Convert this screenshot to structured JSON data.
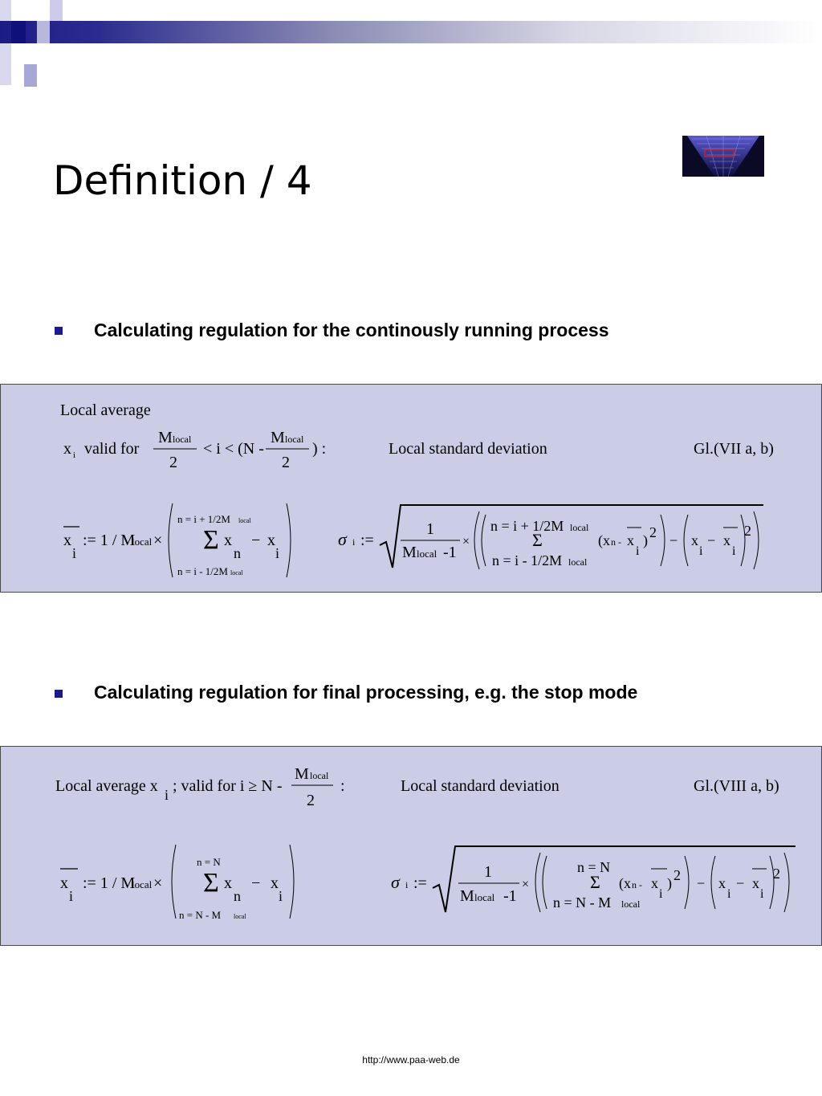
{
  "slide": {
    "title": "Definition / 4",
    "footer": "http://www.paa-web.de"
  },
  "bullets": [
    "Calculating regulation for the continously running process",
    "Calculating regulation for final processing, e.g. the stop mode"
  ],
  "colors": {
    "accent": "#1a1a8c",
    "formula_background": "#cbcde6",
    "header_gradient_start": "#1c1c86"
  },
  "formula1": {
    "label_avg": "Local average",
    "label_std": "Local standard deviation",
    "eq_ref": "Gl.(VII a, b)",
    "validity_x": "x",
    "validity_i": "i",
    "validity_text": "valid for",
    "m": "M",
    "local": "local",
    "two": "2",
    "lt_i_lt": "< i < (N -",
    "close_colon": ") :",
    "avg_lhs_x": "x",
    "avg_lhs_i": "i",
    "assign_inv": ":= 1 / M",
    "times": "×",
    "sum_upper": "n = i + 1/2M",
    "sum_lower": "n = i - 1/2M",
    "sigma": "Σ",
    "xn": "x",
    "sub_n": "n",
    "minus": "−",
    "xi": "x",
    "sub_i": "i",
    "sigma_sym": "σ",
    "assign": ":=",
    "one": "1",
    "m_minus_1": "-1",
    "std_sum_upper": "n = i + 1/2M",
    "std_sum_lower": "n = i - 1/2M",
    "xn_minus": "(x",
    "n_minus": "n -",
    "xi_close": "x",
    "paren_close": ")",
    "sq": "2"
  },
  "formula2": {
    "label_avg": "Local average x",
    "label_avg_sub": "i",
    "valid_text": "; valid  for i ≥ N -",
    "m": "M",
    "local": "local",
    "two": "2",
    "colon": ":",
    "label_std": "Local standard deviation",
    "eq_ref": "Gl.(VIII a, b)",
    "avg_lhs_x": "x",
    "avg_lhs_i": "i",
    "assign_inv": ":= 1 / M",
    "times": "×",
    "sum_upper": "n = N",
    "sum_lower": "n = N - M",
    "sigma": "Σ",
    "xn": "x",
    "sub_n": "n",
    "minus": "−",
    "xi": "x",
    "sub_i": "i",
    "sigma_sym": "σ",
    "assign": ":=",
    "one": "1",
    "m_minus_1": "-1",
    "std_sum_upper": "n = N",
    "std_sum_lower": "n = N - M",
    "xn_minus": "(x",
    "n_minus": "n -",
    "xi_close": "x",
    "paren_close": ")",
    "sq": "2"
  }
}
